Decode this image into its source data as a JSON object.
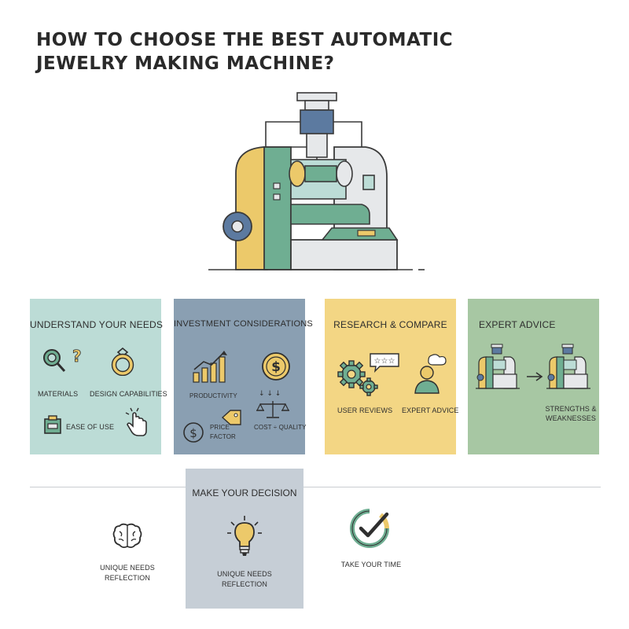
{
  "title": {
    "line1": "HOW TO CHOOSE THE BEST AUTOMATIC",
    "line2": "JEWELRY MAKING MACHINE?"
  },
  "colors": {
    "yellow": "#ecc96a",
    "green": "#6fae92",
    "blue_steel": "#5c7aa0",
    "light_gray": "#e6e8ea",
    "card_mint": "#bcdcd6",
    "card_slate": "#8a9fb2",
    "card_yellow": "#f3d684",
    "card_sage": "#a7c7a3",
    "decision_bg": "#c6ced6"
  },
  "cards": [
    {
      "title": "UNDERSTAND YOUR NEEDS",
      "items": [
        "MATERIALS",
        "DESIGN CAPABILITIES",
        "EASE OF USE"
      ],
      "icons": [
        "magnifier-question-icon",
        "ring-icon",
        "machine-icon",
        "pointer-hand-icon"
      ]
    },
    {
      "title": "INVESTMENT CONSIDERATIONS",
      "items": [
        "PRODUCTIVITY",
        "PRICE",
        "FACTOR",
        "COST ÷ QUALITY"
      ],
      "icons": [
        "growth-chart-icon",
        "dollar-coin-icon",
        "price-tag-icon",
        "balance-scale-icon"
      ]
    },
    {
      "title": "RESEARCH & COMPARE",
      "items": [
        "USER REVIEWS",
        "EXPERT ADVICE"
      ],
      "icons": [
        "gears-icon",
        "rating-bubble-icon",
        "expert-person-icon"
      ]
    },
    {
      "title": "EXPERT ADVICE",
      "items": [
        "STRENGTHS &",
        "WEAKNESSES"
      ],
      "icons": [
        "machine-icon",
        "arrow-right-icon",
        "machine-icon"
      ]
    }
  ],
  "decision": {
    "title": "MAKE YOUR DECISION",
    "left": {
      "line1": "UNIQUE NEEDS",
      "line2": "REFLECTION",
      "icon": "brain-icon"
    },
    "center": {
      "line1": "UNIQUE NEEDS",
      "line2": "REFLECTION",
      "icon": "lightbulb-icon"
    },
    "right": {
      "line1": "TAKE YOUR TIME",
      "icon": "checkmark-circle-icon"
    }
  }
}
